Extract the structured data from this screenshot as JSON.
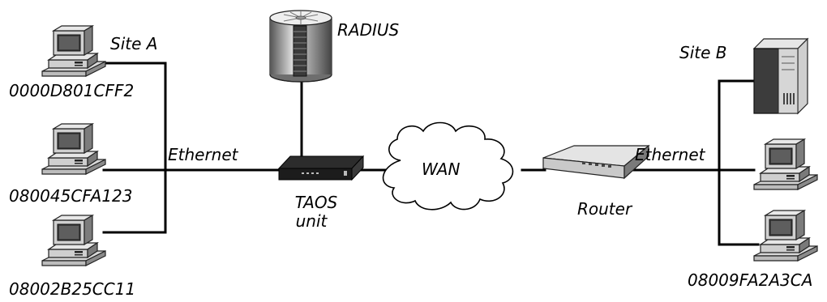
{
  "diagram": {
    "labels": {
      "site_a": "Site A",
      "site_b": "Site B",
      "radius": "RADIUS",
      "ethernet_left": "Ethernet",
      "ethernet_right": "Ethernet",
      "wan": "WAN",
      "taos_line1": "TAOS",
      "taos_line2": "unit",
      "router": "Router",
      "mac_a1": "0000D801CFF2",
      "mac_a2": "080045CFA123",
      "mac_a3": "08002B25CC11",
      "mac_b": "08009FA2A3CA"
    },
    "nodes": [
      {
        "id": "pc-a1",
        "icon": "desktop-computer-icon"
      },
      {
        "id": "pc-a2",
        "icon": "desktop-computer-icon"
      },
      {
        "id": "pc-a3",
        "icon": "desktop-computer-icon"
      },
      {
        "id": "radius-server",
        "icon": "database-server-icon"
      },
      {
        "id": "taos-unit",
        "icon": "network-device-icon"
      },
      {
        "id": "wan-cloud",
        "icon": "cloud-icon"
      },
      {
        "id": "router",
        "icon": "router-icon"
      },
      {
        "id": "tower-server",
        "icon": "tower-server-icon"
      },
      {
        "id": "pc-b1",
        "icon": "desktop-computer-icon"
      },
      {
        "id": "pc-b2",
        "icon": "desktop-computer-icon"
      }
    ]
  }
}
